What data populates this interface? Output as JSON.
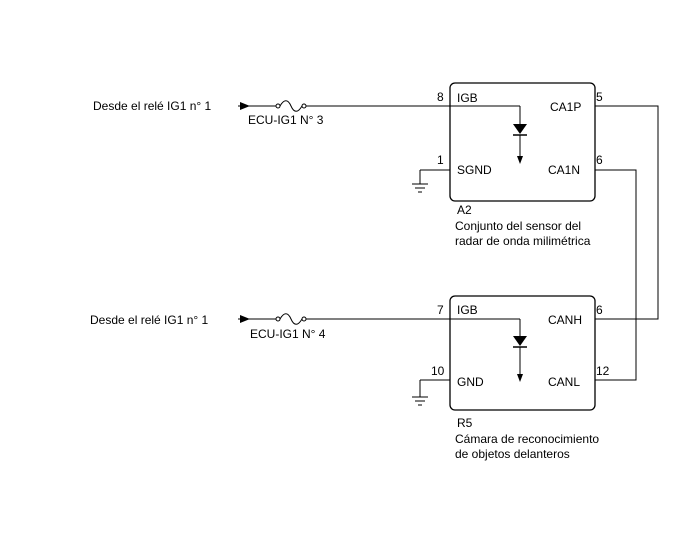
{
  "unit_a2": {
    "code": "A2",
    "name_line1": "Conjunto del sensor del",
    "name_line2": "radar de onda milimétrica",
    "pins": {
      "igb": {
        "num": "8",
        "name": "IGB"
      },
      "sgnd": {
        "num": "1",
        "name": "SGND"
      },
      "ca1p": {
        "num": "5",
        "name": "CA1P"
      },
      "ca1n": {
        "num": "6",
        "name": "CA1N"
      }
    }
  },
  "unit_r5": {
    "code": "R5",
    "name_line1": "Cámara de reconocimiento",
    "name_line2": "de objetos delanteros",
    "pins": {
      "igb": {
        "num": "7",
        "name": "IGB"
      },
      "gnd": {
        "num": "10",
        "name": "GND"
      },
      "canh": {
        "num": "6",
        "name": "CANH"
      },
      "canl": {
        "num": "12",
        "name": "CANL"
      }
    }
  },
  "source_top": {
    "label": "Desde el relé IG1 n° 1",
    "fuse": "ECU-IG1 N° 3"
  },
  "source_bottom": {
    "label": "Desde el relé IG1 n° 1",
    "fuse": "ECU-IG1 N° 4"
  }
}
